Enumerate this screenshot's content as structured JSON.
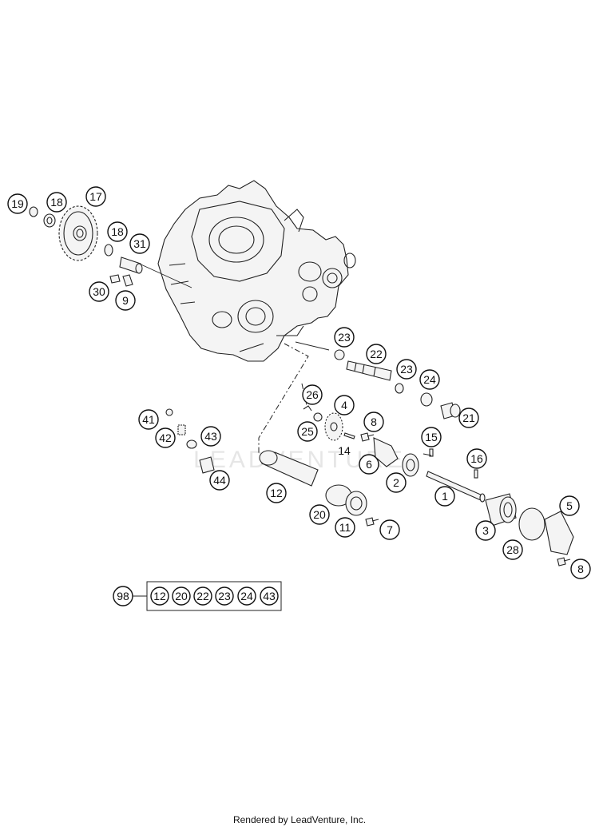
{
  "callouts": [
    {
      "id": "c19",
      "label": "19"
    },
    {
      "id": "c18a",
      "label": "18"
    },
    {
      "id": "c17",
      "label": "17"
    },
    {
      "id": "c18b",
      "label": "18"
    },
    {
      "id": "c31",
      "label": "31"
    },
    {
      "id": "c30",
      "label": "30"
    },
    {
      "id": "c9",
      "label": "9"
    },
    {
      "id": "c23a",
      "label": "23"
    },
    {
      "id": "c22",
      "label": "22"
    },
    {
      "id": "c23b",
      "label": "23"
    },
    {
      "id": "c24",
      "label": "24"
    },
    {
      "id": "c26",
      "label": "26"
    },
    {
      "id": "c4",
      "label": "4"
    },
    {
      "id": "c25",
      "label": "25"
    },
    {
      "id": "c8a",
      "label": "8"
    },
    {
      "id": "c21",
      "label": "21"
    },
    {
      "id": "c41",
      "label": "41"
    },
    {
      "id": "c42",
      "label": "42"
    },
    {
      "id": "c43",
      "label": "43"
    },
    {
      "id": "c15",
      "label": "15"
    },
    {
      "id": "c6",
      "label": "6"
    },
    {
      "id": "c16",
      "label": "16"
    },
    {
      "id": "c44",
      "label": "44"
    },
    {
      "id": "c2",
      "label": "2"
    },
    {
      "id": "c12",
      "label": "12"
    },
    {
      "id": "c1",
      "label": "1"
    },
    {
      "id": "c5",
      "label": "5"
    },
    {
      "id": "c20",
      "label": "20"
    },
    {
      "id": "c11",
      "label": "11"
    },
    {
      "id": "c7",
      "label": "7"
    },
    {
      "id": "c3",
      "label": "3"
    },
    {
      "id": "c28",
      "label": "28"
    },
    {
      "id": "c8b",
      "label": "8"
    },
    {
      "id": "c98",
      "label": "98"
    }
  ],
  "plain_labels": [
    {
      "id": "p14",
      "label": "14"
    }
  ],
  "kit": {
    "items": [
      "12",
      "20",
      "22",
      "23",
      "24",
      "43"
    ]
  },
  "watermark": "LEADVENTURE",
  "footer": "Rendered by LeadVenture, Inc."
}
